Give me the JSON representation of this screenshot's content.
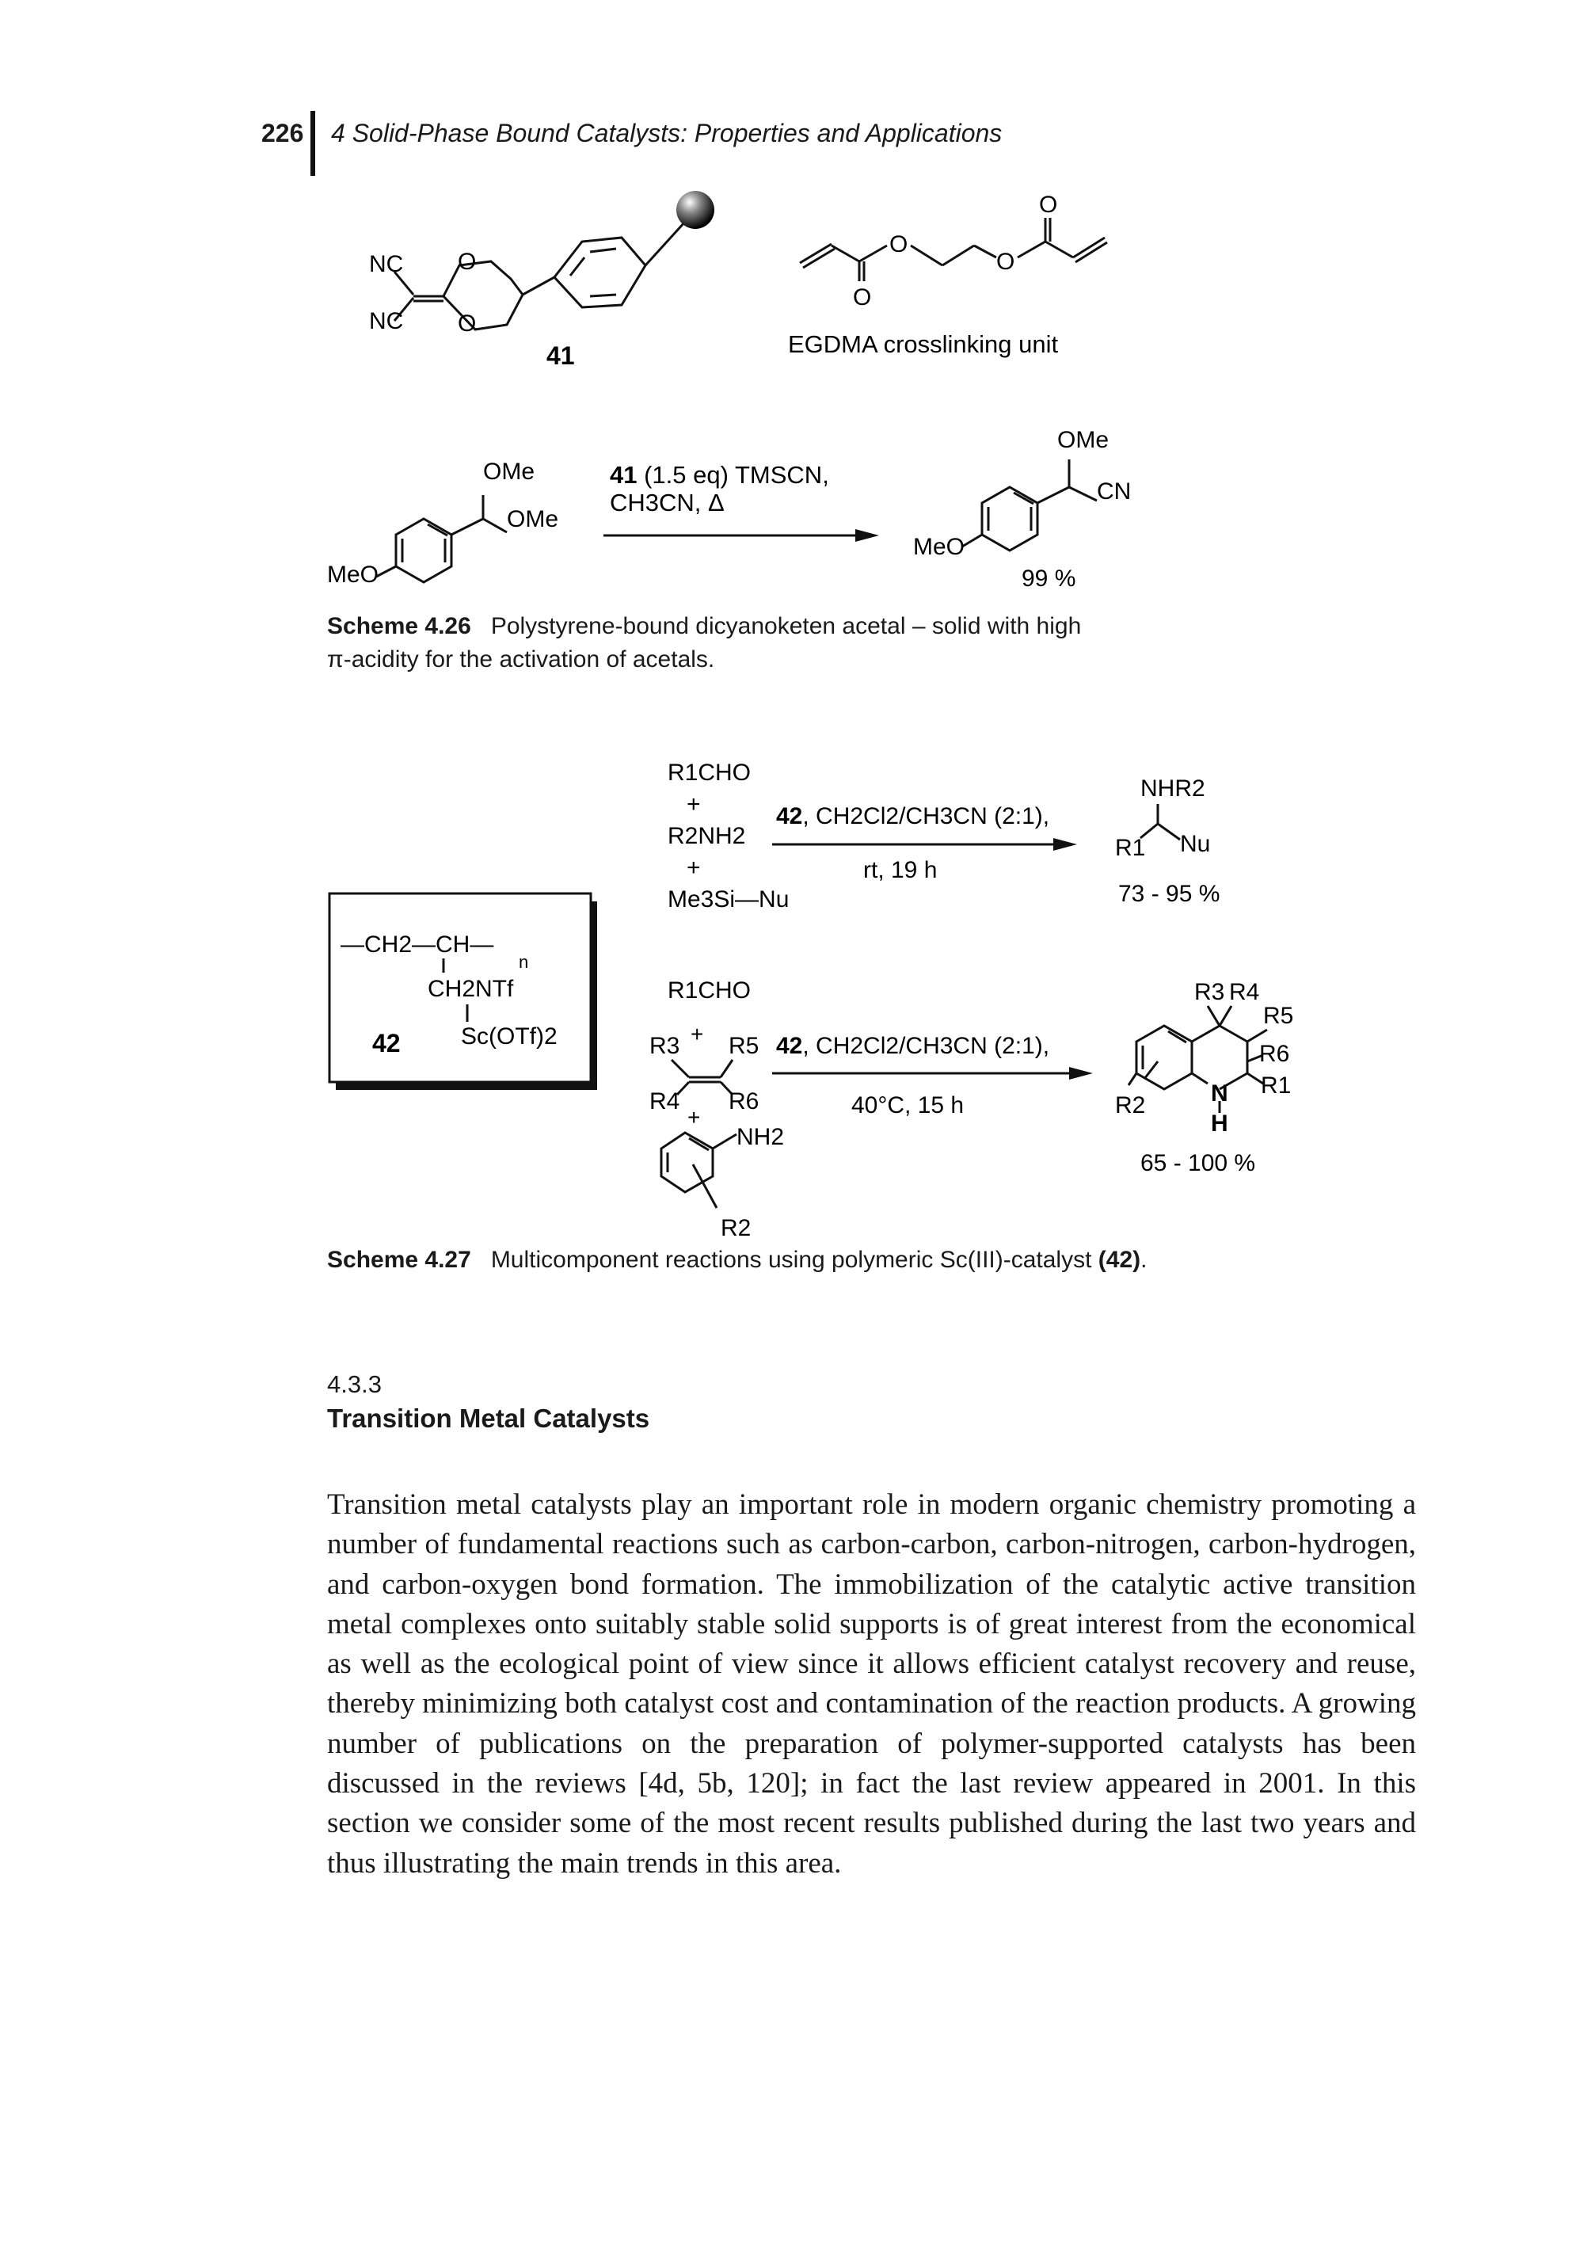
{
  "header": {
    "page_number": "226",
    "running_title": "4 Solid-Phase Bound Catalysts: Properties and Applications"
  },
  "scheme_426": {
    "compound_41": {
      "nc_top": "NC",
      "nc_bottom": "NC",
      "o_top": "O",
      "o_bottom": "O",
      "label": "41"
    },
    "egdma": {
      "o1": "O",
      "o2": "O",
      "o3": "O",
      "o4": "O",
      "label": "EGDMA crosslinking unit"
    },
    "reactant": {
      "ome1": "OMe",
      "ome2": "OMe",
      "meo": "MeO"
    },
    "conditions": {
      "reagent_bold": "41",
      "reagent": " (1.5 eq) TMSCN,",
      "solvent": "CH3CN, Δ"
    },
    "product": {
      "ome": "OMe",
      "cn": "CN",
      "meo": "MeO",
      "yield": "99 %"
    },
    "caption_label": "Scheme 4.26",
    "caption_line1": "Polystyrene-bound dicyanoketen acetal – solid with high",
    "caption_line2": "π-acidity for the activation of acetals."
  },
  "scheme_427": {
    "catalyst_box": {
      "polymer": "—CH2—CH—",
      "n": "n",
      "ch2ntf": "CH2NTf",
      "scotf": "Sc(OTf)2",
      "label": "42"
    },
    "reaction1": {
      "r1cho": "R1CHO",
      "plus1": "+",
      "r2nh2": "R2NH2",
      "plus2": "+",
      "me3sinu": "Me3Si—Nu",
      "cond_bold": "42",
      "cond_top": ", CH2Cl2/CH3CN (2:1),",
      "cond_bottom": "rt, 19 h",
      "prod_nhr2": "NHR2",
      "prod_r1": "R1",
      "prod_nu": "Nu",
      "yield": "73 - 95 %"
    },
    "reaction2": {
      "r1cho": "R1CHO",
      "r3": "R3",
      "plus": "+",
      "r5": "R5",
      "r4": "R4",
      "r6": "R6",
      "plus2": "+",
      "nh2": "NH2",
      "r2": "R2",
      "cond_bold": "42",
      "cond_top": ", CH2Cl2/CH3CN (2:1),",
      "cond_bottom": "40°C, 15 h",
      "prod_r3": "R3",
      "prod_r4": "R4",
      "prod_r5": "R5",
      "prod_r6": "R6",
      "prod_r1": "R1",
      "prod_r2": "R2",
      "prod_n": "N",
      "prod_h": "H",
      "yield": "65 - 100 %"
    },
    "caption_label": "Scheme 4.27",
    "caption_text": "Multicomponent reactions using polymeric Sc(III)-catalyst ",
    "caption_bold": "(42)",
    "caption_end": "."
  },
  "section": {
    "number": "4.3.3",
    "title": "Transition Metal Catalysts"
  },
  "body": "Transition metal catalysts play an important role in modern organic chemistry promoting a number of fundamental reactions such as carbon-carbon, carbon-nitrogen, carbon-hydrogen, and carbon-oxygen bond formation. The immobilization of the catalytic active transition metal complexes onto suitably stable solid supports is of great interest from the economical as well as the ecological point of view since it allows efficient catalyst recovery and reuse, thereby minimizing both catalyst cost and contamination of the reaction products. A growing number of publications on the preparation of polymer-supported catalysts has been discussed in the reviews [4d, 5b, 120]; in fact the last review appeared in 2001. In this section we consider some of the most recent results published during the last two years and thus illustrating the main trends in this area."
}
